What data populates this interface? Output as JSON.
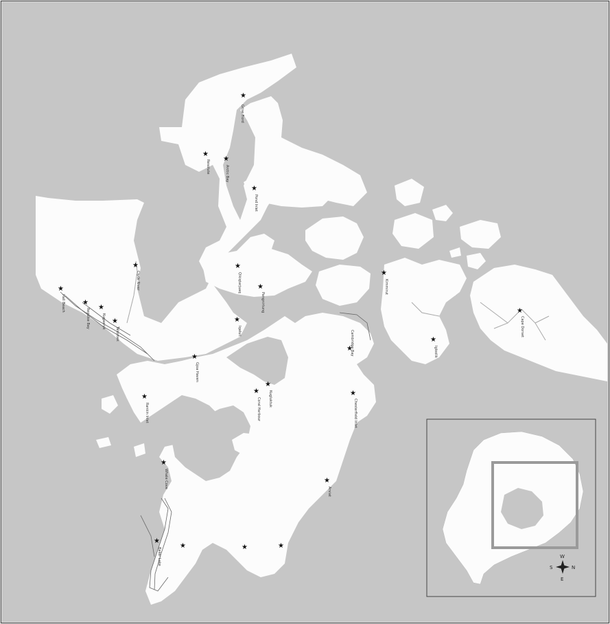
{
  "map": {
    "colors": {
      "water": "#c6c6c6",
      "land": "#fcfcfc",
      "border": "#555555",
      "inset_highlight": "#9a9a9a",
      "star": "#111111"
    },
    "places": [
      {
        "name": "Grise Fiord",
        "icon": "star-icon"
      },
      {
        "name": "Resolute",
        "icon": "star-icon"
      },
      {
        "name": "Arctic Bay",
        "icon": "star-icon"
      },
      {
        "name": "Pond Inlet",
        "icon": "star-icon"
      },
      {
        "name": "Clyde River",
        "icon": "star-icon"
      },
      {
        "name": "Qikiqtarjuaq",
        "icon": "star-icon"
      },
      {
        "name": "Pangnirtung",
        "icon": "star-icon"
      },
      {
        "name": "Iqaluit",
        "icon": "star-icon"
      },
      {
        "name": "Kimmirut",
        "icon": "star-icon"
      },
      {
        "name": "Cape Dorset",
        "icon": "star-icon"
      },
      {
        "name": "Igloolik",
        "icon": "star-icon"
      },
      {
        "name": "Hall Beach",
        "icon": "star-icon"
      },
      {
        "name": "Repulse Bay",
        "icon": "star-icon"
      },
      {
        "name": "Kugaaruk",
        "icon": "star-icon"
      },
      {
        "name": "Taloyoak",
        "icon": "star-icon"
      },
      {
        "name": "Gjoa Haven",
        "icon": "star-icon"
      },
      {
        "name": "Cambridge Bay",
        "icon": "star-icon"
      },
      {
        "name": "Kugluktuk",
        "icon": "star-icon"
      },
      {
        "name": "Coral Harbour",
        "icon": "star-icon"
      },
      {
        "name": "Chesterfield Inlet",
        "icon": "star-icon"
      },
      {
        "name": "Rankin Inlet",
        "icon": "star-icon"
      },
      {
        "name": "Whale Cove",
        "icon": "star-icon"
      },
      {
        "name": "Arviat",
        "icon": "star-icon"
      },
      {
        "name": "Baker Lake",
        "icon": "star-icon"
      }
    ],
    "inset": {
      "compass": {
        "n": "N",
        "s": "S",
        "e": "E",
        "w": "W"
      }
    }
  }
}
